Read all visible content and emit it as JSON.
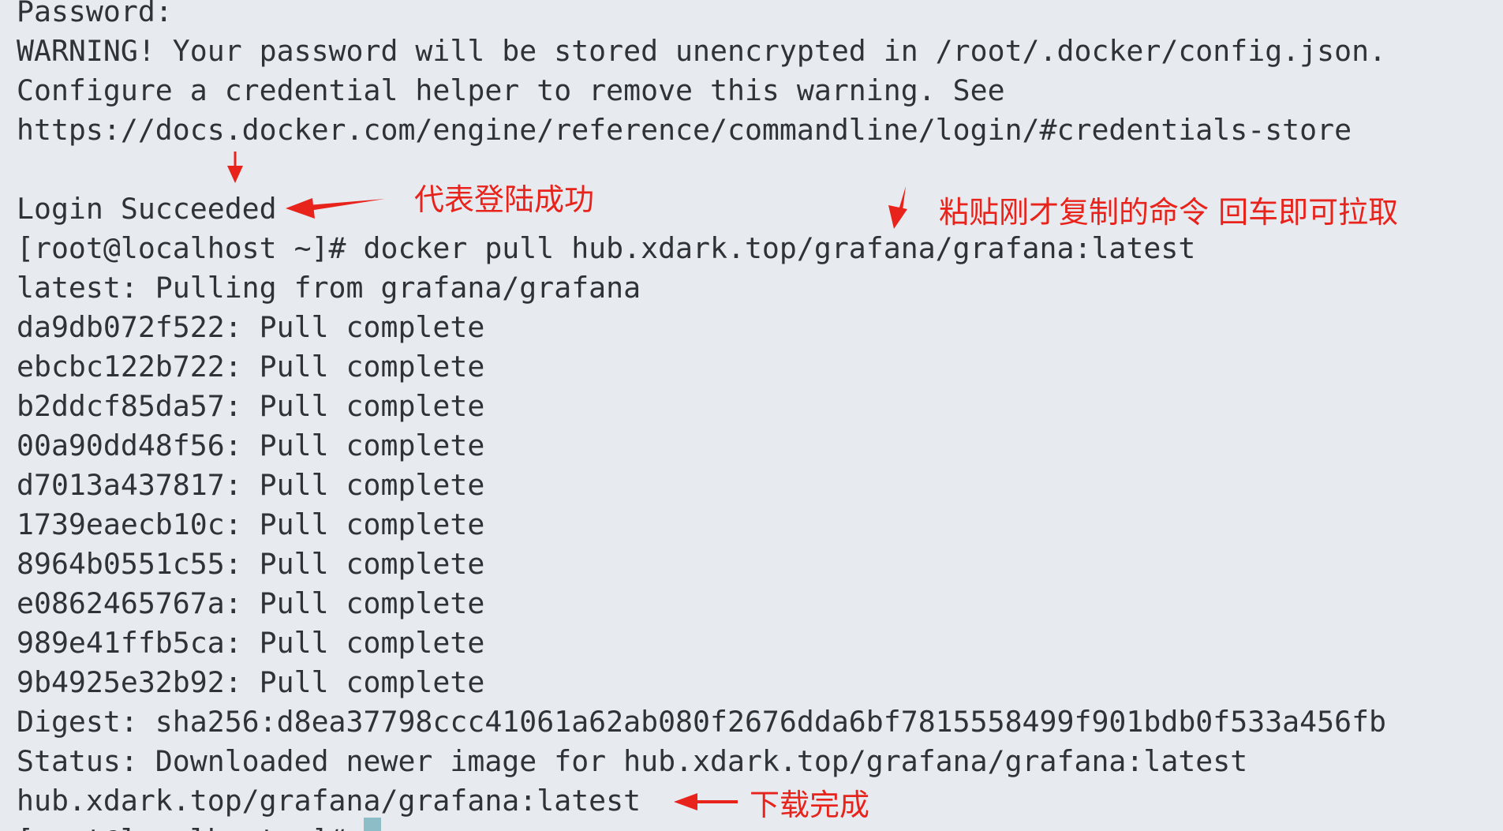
{
  "terminal": {
    "lines": [
      "Password:",
      "WARNING! Your password will be stored unencrypted in /root/.docker/config.json.",
      "Configure a credential helper to remove this warning. See",
      "https://docs.docker.com/engine/reference/commandline/login/#credentials-store",
      "",
      "Login Succeeded",
      "[root@localhost ~]# docker pull hub.xdark.top/grafana/grafana:latest",
      "latest: Pulling from grafana/grafana",
      "da9db072f522: Pull complete",
      "ebcbc122b722: Pull complete",
      "b2ddcf85da57: Pull complete",
      "00a90dd48f56: Pull complete",
      "d7013a437817: Pull complete",
      "1739eaecb10c: Pull complete",
      "8964b0551c55: Pull complete",
      "e0862465767a: Pull complete",
      "989e41ffb5ca: Pull complete",
      "9b4925e32b92: Pull complete",
      "Digest: sha256:d8ea37798ccc41061a62ab080f2676dda6bf7815558499f901bdb0f533a456fb",
      "Status: Downloaded newer image for hub.xdark.top/grafana/grafana:latest",
      "hub.xdark.top/grafana/grafana:latest",
      "[root@localhost ~]# "
    ]
  },
  "annotations": {
    "login_success": "代表登陆成功",
    "paste_command": "粘贴刚才复制的命令 回车即可拉取",
    "download_complete": "下载完成"
  },
  "colors": {
    "background": "#e7ebf0",
    "text": "#2f3237",
    "annotation": "#e8231b",
    "cursor": "#8dbdc7"
  }
}
